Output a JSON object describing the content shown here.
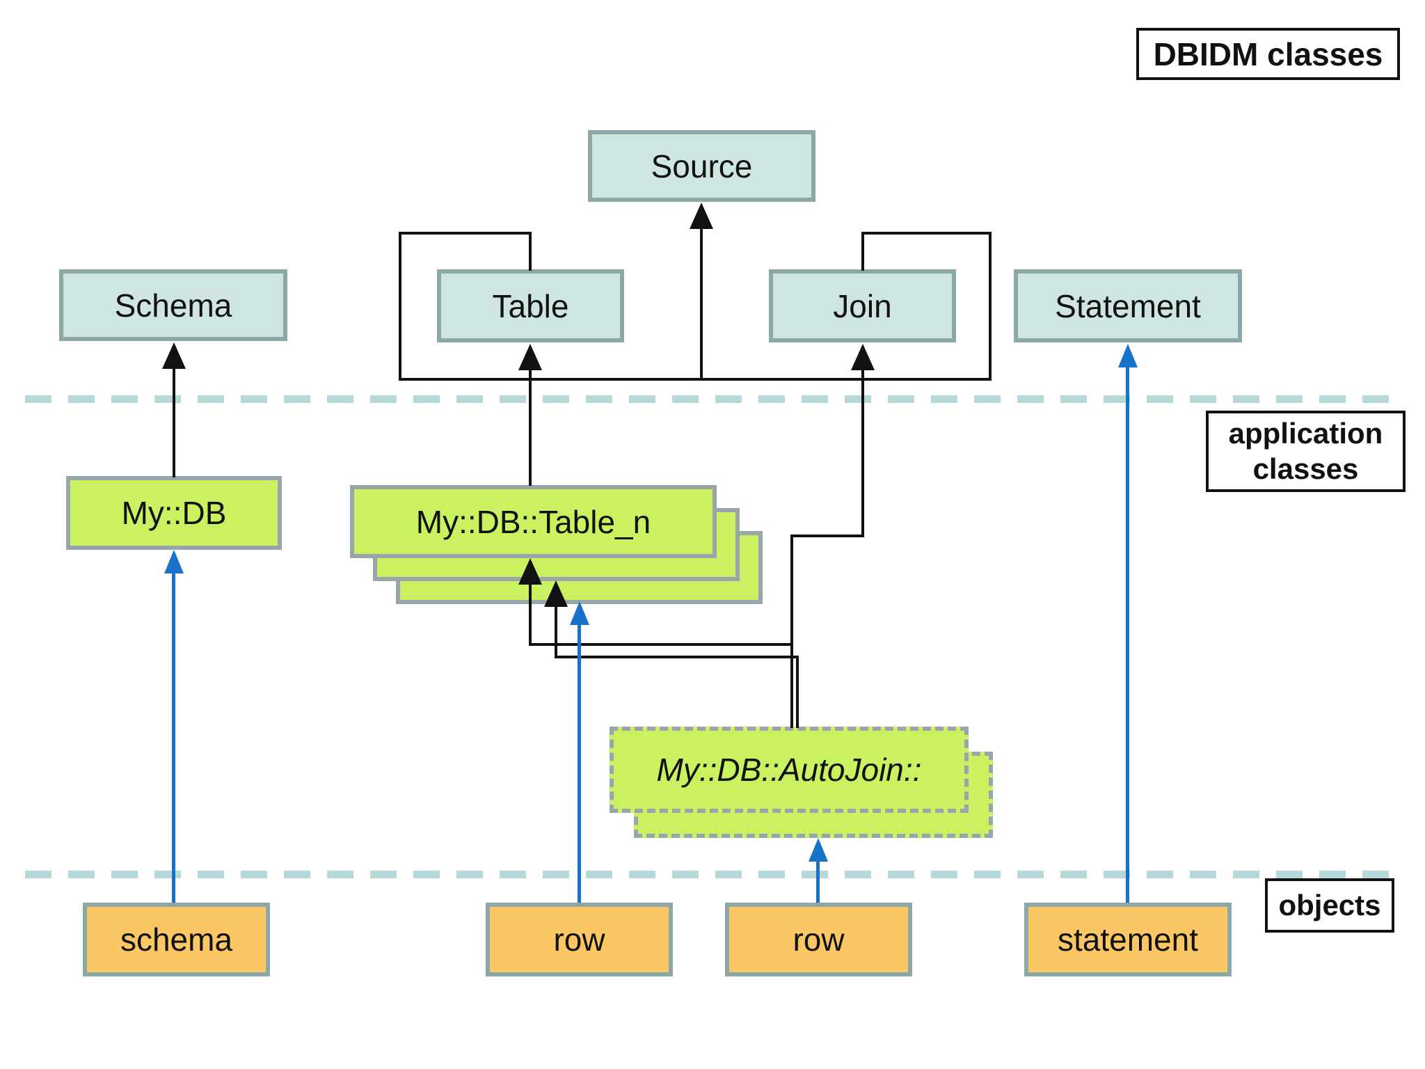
{
  "header": {
    "title": "DBIDM classes"
  },
  "sections": {
    "application_classes_label": "application classes",
    "objects_label": "objects"
  },
  "dbidm_nodes": {
    "source": "Source",
    "schema": "Schema",
    "table": "Table",
    "join": "Join",
    "statement": "Statement"
  },
  "application_nodes": {
    "my_db": "My::DB",
    "my_db_table_n": "My::DB::Table_n",
    "my_db_autojoin": "My::DB::AutoJoin::"
  },
  "object_nodes": {
    "schema": "schema",
    "row_left": "row",
    "row_right": "row",
    "statement": "statement"
  },
  "colors": {
    "background": "#ffffff",
    "dbidm_fill": "#cfe5e2",
    "dbidm_border": "#8ba7a7",
    "app_fill": "#c9f160",
    "app_border": "#98a5ab",
    "object_fill": "#fbc764",
    "object_border": "#8ba7a7",
    "separator": "#b5d9d9",
    "instance_arrow": "#1873c8",
    "line": "#111111",
    "label_border": "#111111"
  }
}
